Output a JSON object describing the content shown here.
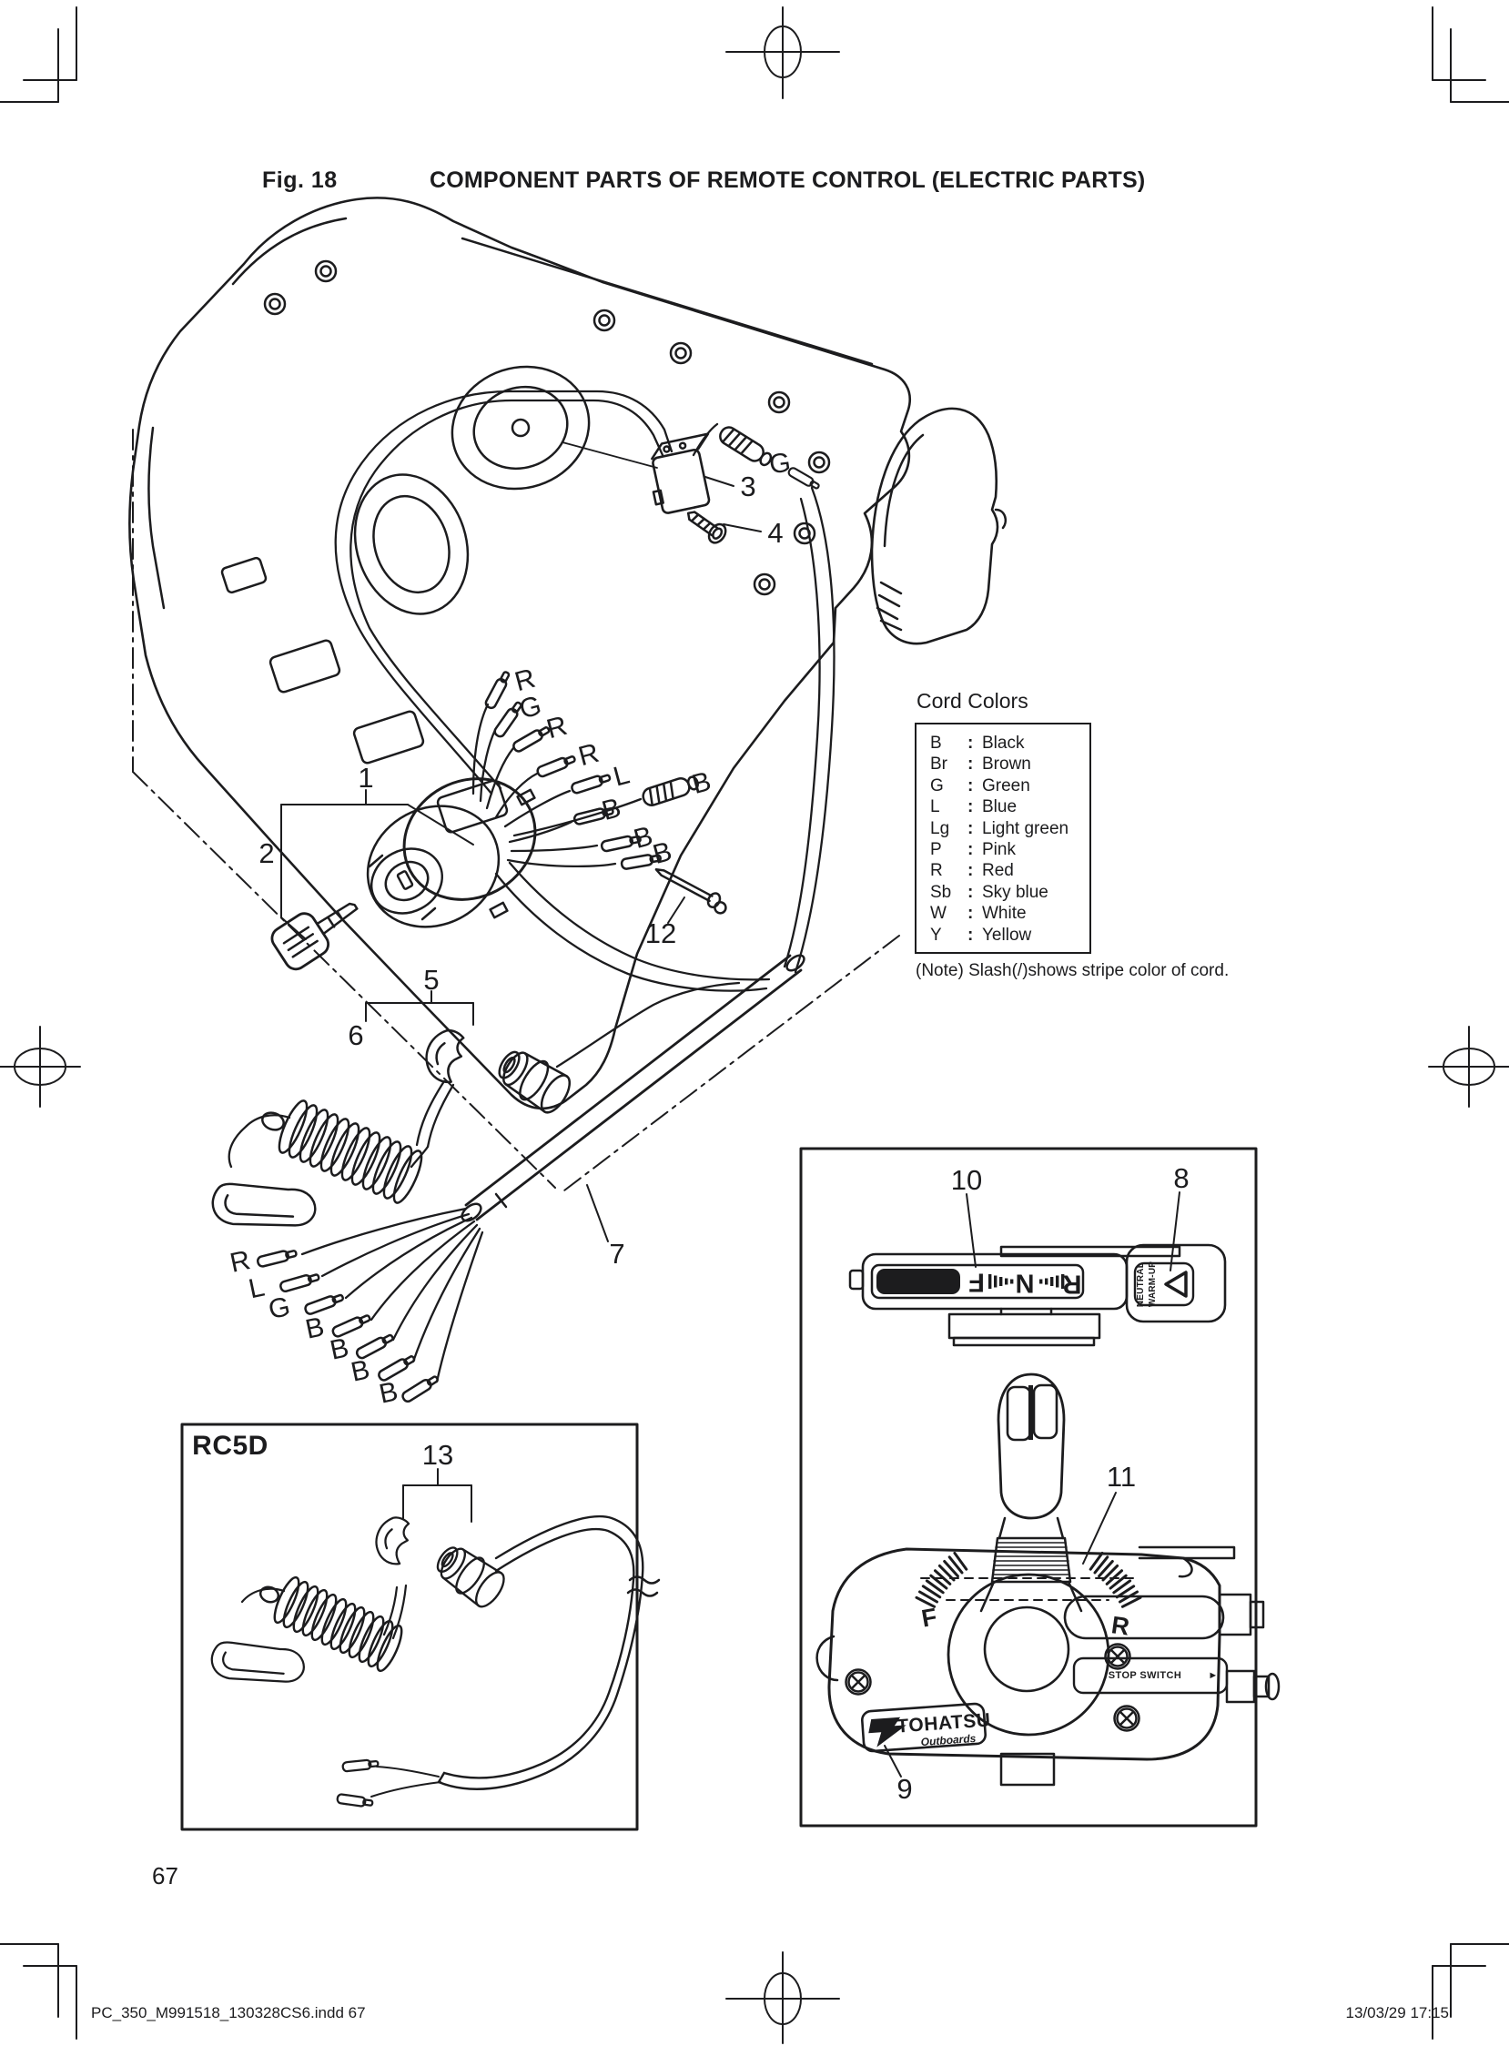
{
  "header": {
    "fig_label": "Fig. 18",
    "title": "COMPONENT PARTS OF REMOTE CONTROL (ELECTRIC PARTS)"
  },
  "legend": {
    "title": "Cord Colors",
    "colon": ":",
    "entries": [
      {
        "code": "B",
        "name": "Black"
      },
      {
        "code": "Br",
        "name": "Brown"
      },
      {
        "code": "G",
        "name": "Green"
      },
      {
        "code": "L",
        "name": "Blue"
      },
      {
        "code": "Lg",
        "name": "Light green"
      },
      {
        "code": "P",
        "name": "Pink"
      },
      {
        "code": "R",
        "name": "Red"
      },
      {
        "code": "Sb",
        "name": "Sky blue"
      },
      {
        "code": "W",
        "name": "White"
      },
      {
        "code": "Y",
        "name": "Yellow"
      }
    ],
    "note": "(Note) Slash(/)shows stripe color of cord."
  },
  "callouts": {
    "c1": "1",
    "c2": "2",
    "c3": "3",
    "c4": "4",
    "c5": "5",
    "c6": "6",
    "c7": "7",
    "c8": "8",
    "c9": "9",
    "c10": "10",
    "c11": "11",
    "c12": "12",
    "c13": "13"
  },
  "wire_labels": {
    "switch_fan": [
      "R",
      "G",
      "R",
      "R",
      "L",
      "B",
      "B",
      "B",
      "B"
    ],
    "g_wire": "G",
    "cable_fan": [
      "R",
      "L",
      "G",
      "B",
      "B",
      "B",
      "B"
    ]
  },
  "inset": {
    "model": "RC5D"
  },
  "control": {
    "indicator_letters": [
      "F",
      "N",
      "R"
    ],
    "neutral_line1": "NEUTRAL",
    "neutral_line2": "WARM-UP",
    "stop_switch": "STOP SWITCH",
    "stop_switch_arrow": "►",
    "gear_f": "F",
    "gear_r": "R",
    "brand": "TOHATSU",
    "brand_sub": "Outboards"
  },
  "page": {
    "number": "67",
    "footer_left": "PC_350_M991518_130328CS6.indd   67",
    "footer_right": "13/03/29   17:15"
  },
  "colors": {
    "ink": "#1c1c1e",
    "paper": "#ffffff"
  }
}
